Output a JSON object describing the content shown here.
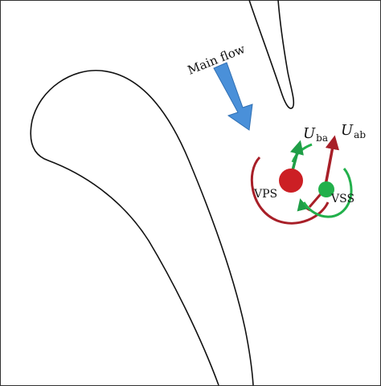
{
  "diagram": {
    "flow_label": "Main flow",
    "vortex_ps_label": "VPS",
    "vortex_ss_label": "VSS",
    "velocity_ba": {
      "symbol": "U",
      "subscript": "ba"
    },
    "velocity_ab": {
      "symbol": "U",
      "subscript": "ab"
    },
    "colors": {
      "blade_outline": "#111111",
      "flow_arrow_fill": "#4a90d9",
      "flow_arrow_stroke": "#2f6fb3",
      "vortex_ps": "#cc1f24",
      "vortex_ss": "#22b04b",
      "swirl_ps": "#a81f28",
      "swirl_ss": "#1f9e47"
    }
  }
}
